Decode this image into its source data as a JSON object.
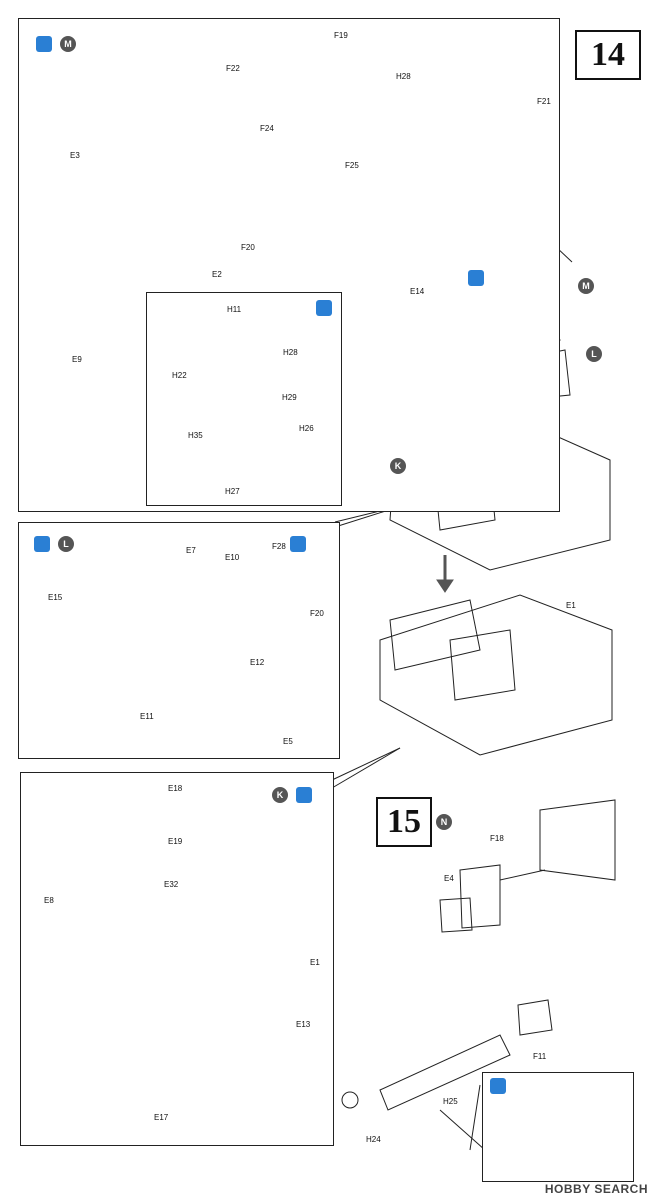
{
  "steps": {
    "s14": "14",
    "s15": "15"
  },
  "badges": {
    "m": "M",
    "l": "L",
    "k": "K",
    "n": "N"
  },
  "icons": {
    "paint": "paint-brush-icon",
    "glue": "cement-bottle-icon",
    "rotate": "rotate-icon"
  },
  "labels": {
    "F19": "F19",
    "F22": "F22",
    "H28a": "H28",
    "F21": "F21",
    "F24": "F24",
    "F25": "F25",
    "E3": "E3",
    "E2": "E2",
    "F20a": "F20",
    "E9": "E9",
    "H11": "H11",
    "H28b": "H28",
    "H22": "H22",
    "H29": "H29",
    "H35": "H35",
    "H26": "H26",
    "H27": "H27",
    "E14": "E14",
    "E1a": "E1",
    "E7": "E7",
    "E10": "E10",
    "F28": "F28",
    "E15": "E15",
    "F20b": "F20",
    "E12": "E12",
    "E11": "E11",
    "E5": "E5",
    "E18": "E18",
    "E19": "E19",
    "E32": "E32",
    "E8": "E8",
    "E1b": "E1",
    "E13": "E13",
    "E17": "E17",
    "F18": "F18",
    "E4": "E4",
    "F11": "F11",
    "H25": "H25",
    "H24": "H24"
  },
  "watermark": "HOBBY SEARCH"
}
